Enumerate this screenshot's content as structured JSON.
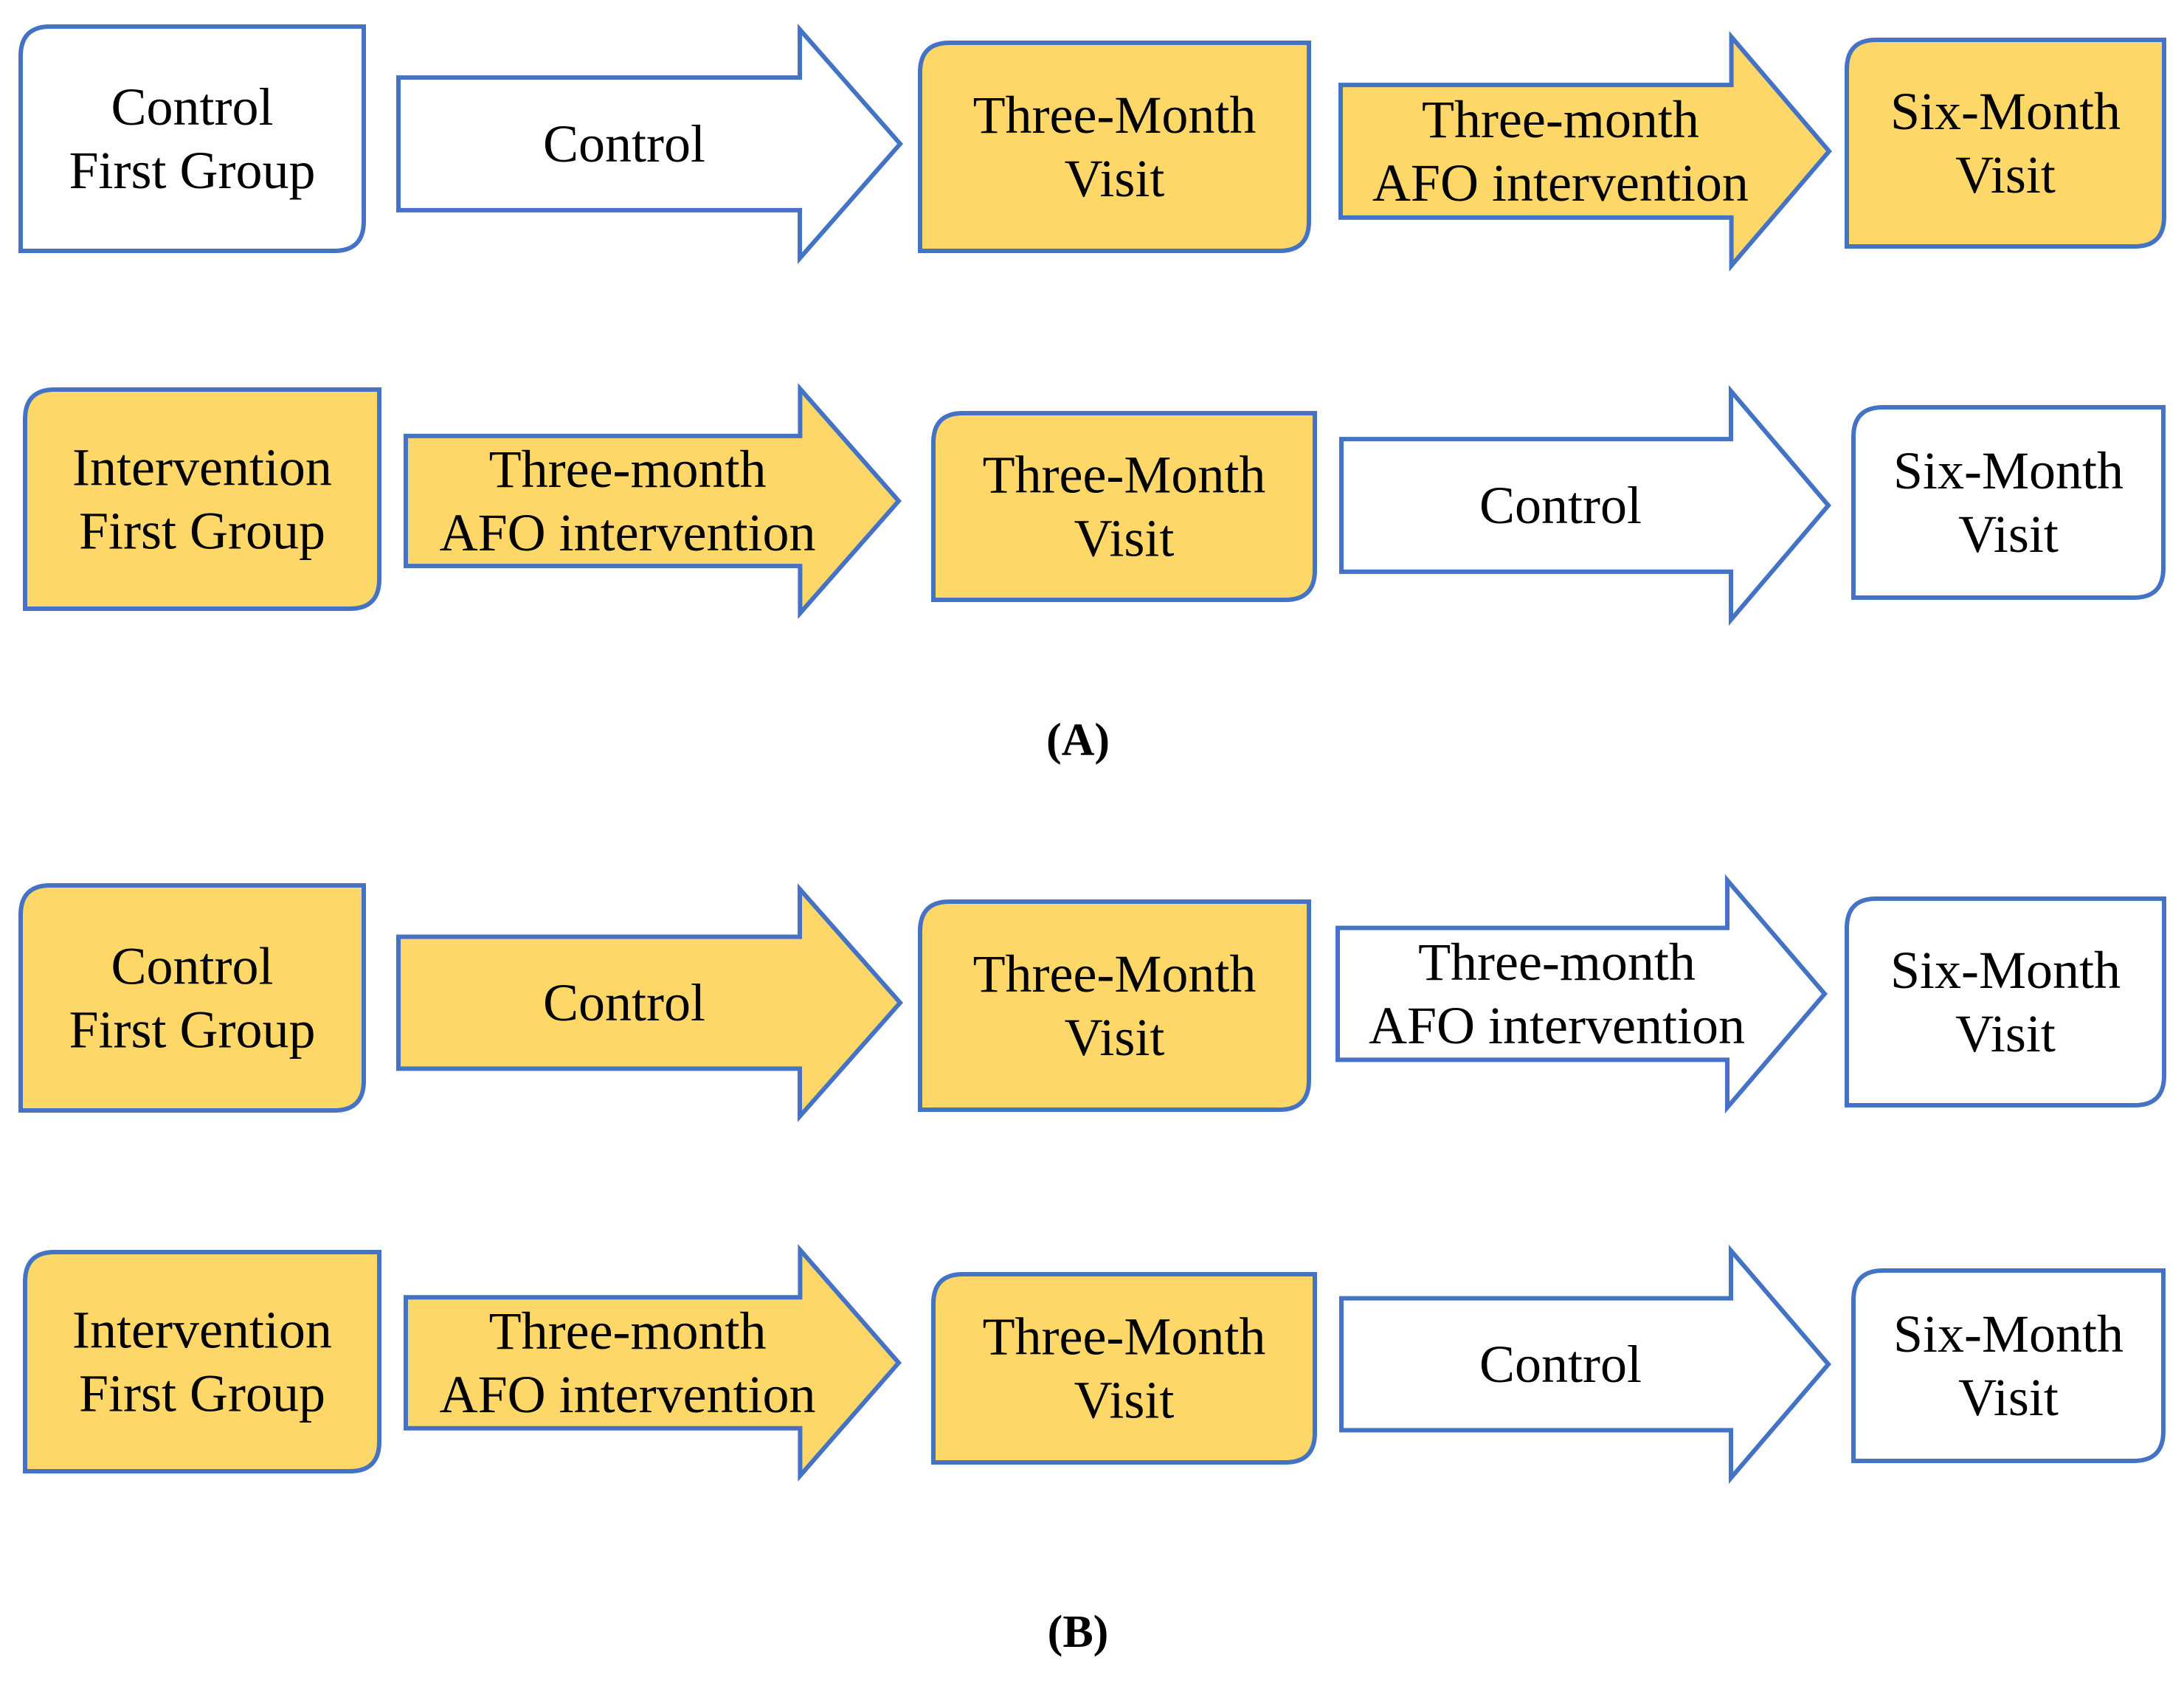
{
  "colors": {
    "highlight_fill": "#fdd767",
    "plain_fill": "#ffffff",
    "border": "#4472c4",
    "text": "#000000"
  },
  "panels": [
    {
      "caption": "(A)",
      "rows": [
        {
          "nodes": [
            {
              "kind": "group",
              "lines": [
                "Control",
                "First Group"
              ],
              "highlighted": false
            },
            {
              "kind": "arrow",
              "lines": [
                "Control"
              ],
              "highlighted": false
            },
            {
              "kind": "visit",
              "lines": [
                "Three-Month",
                "Visit"
              ],
              "highlighted": true
            },
            {
              "kind": "arrow",
              "lines": [
                "Three-month",
                "AFO intervention"
              ],
              "highlighted": true
            },
            {
              "kind": "visit",
              "lines": [
                "Six-Month",
                "Visit"
              ],
              "highlighted": true
            }
          ]
        },
        {
          "nodes": [
            {
              "kind": "group",
              "lines": [
                "Intervention",
                "First Group"
              ],
              "highlighted": true
            },
            {
              "kind": "arrow",
              "lines": [
                "Three-month",
                "AFO intervention"
              ],
              "highlighted": true
            },
            {
              "kind": "visit",
              "lines": [
                "Three-Month",
                "Visit"
              ],
              "highlighted": true
            },
            {
              "kind": "arrow",
              "lines": [
                "Control"
              ],
              "highlighted": false
            },
            {
              "kind": "visit",
              "lines": [
                "Six-Month",
                "Visit"
              ],
              "highlighted": false
            }
          ]
        }
      ]
    },
    {
      "caption": "(B)",
      "rows": [
        {
          "nodes": [
            {
              "kind": "group",
              "lines": [
                "Control",
                "First Group"
              ],
              "highlighted": true
            },
            {
              "kind": "arrow",
              "lines": [
                "Control"
              ],
              "highlighted": true
            },
            {
              "kind": "visit",
              "lines": [
                "Three-Month",
                "Visit"
              ],
              "highlighted": true
            },
            {
              "kind": "arrow",
              "lines": [
                "Three-month",
                "AFO intervention"
              ],
              "highlighted": false
            },
            {
              "kind": "visit",
              "lines": [
                "Six-Month",
                "Visit"
              ],
              "highlighted": false
            }
          ]
        },
        {
          "nodes": [
            {
              "kind": "group",
              "lines": [
                "Intervention",
                "First Group"
              ],
              "highlighted": true
            },
            {
              "kind": "arrow",
              "lines": [
                "Three-month",
                "AFO intervention"
              ],
              "highlighted": true
            },
            {
              "kind": "visit",
              "lines": [
                "Three-Month",
                "Visit"
              ],
              "highlighted": true
            },
            {
              "kind": "arrow",
              "lines": [
                "Control"
              ],
              "highlighted": false
            },
            {
              "kind": "visit",
              "lines": [
                "Six-Month",
                "Visit"
              ],
              "highlighted": false
            }
          ]
        }
      ]
    }
  ]
}
